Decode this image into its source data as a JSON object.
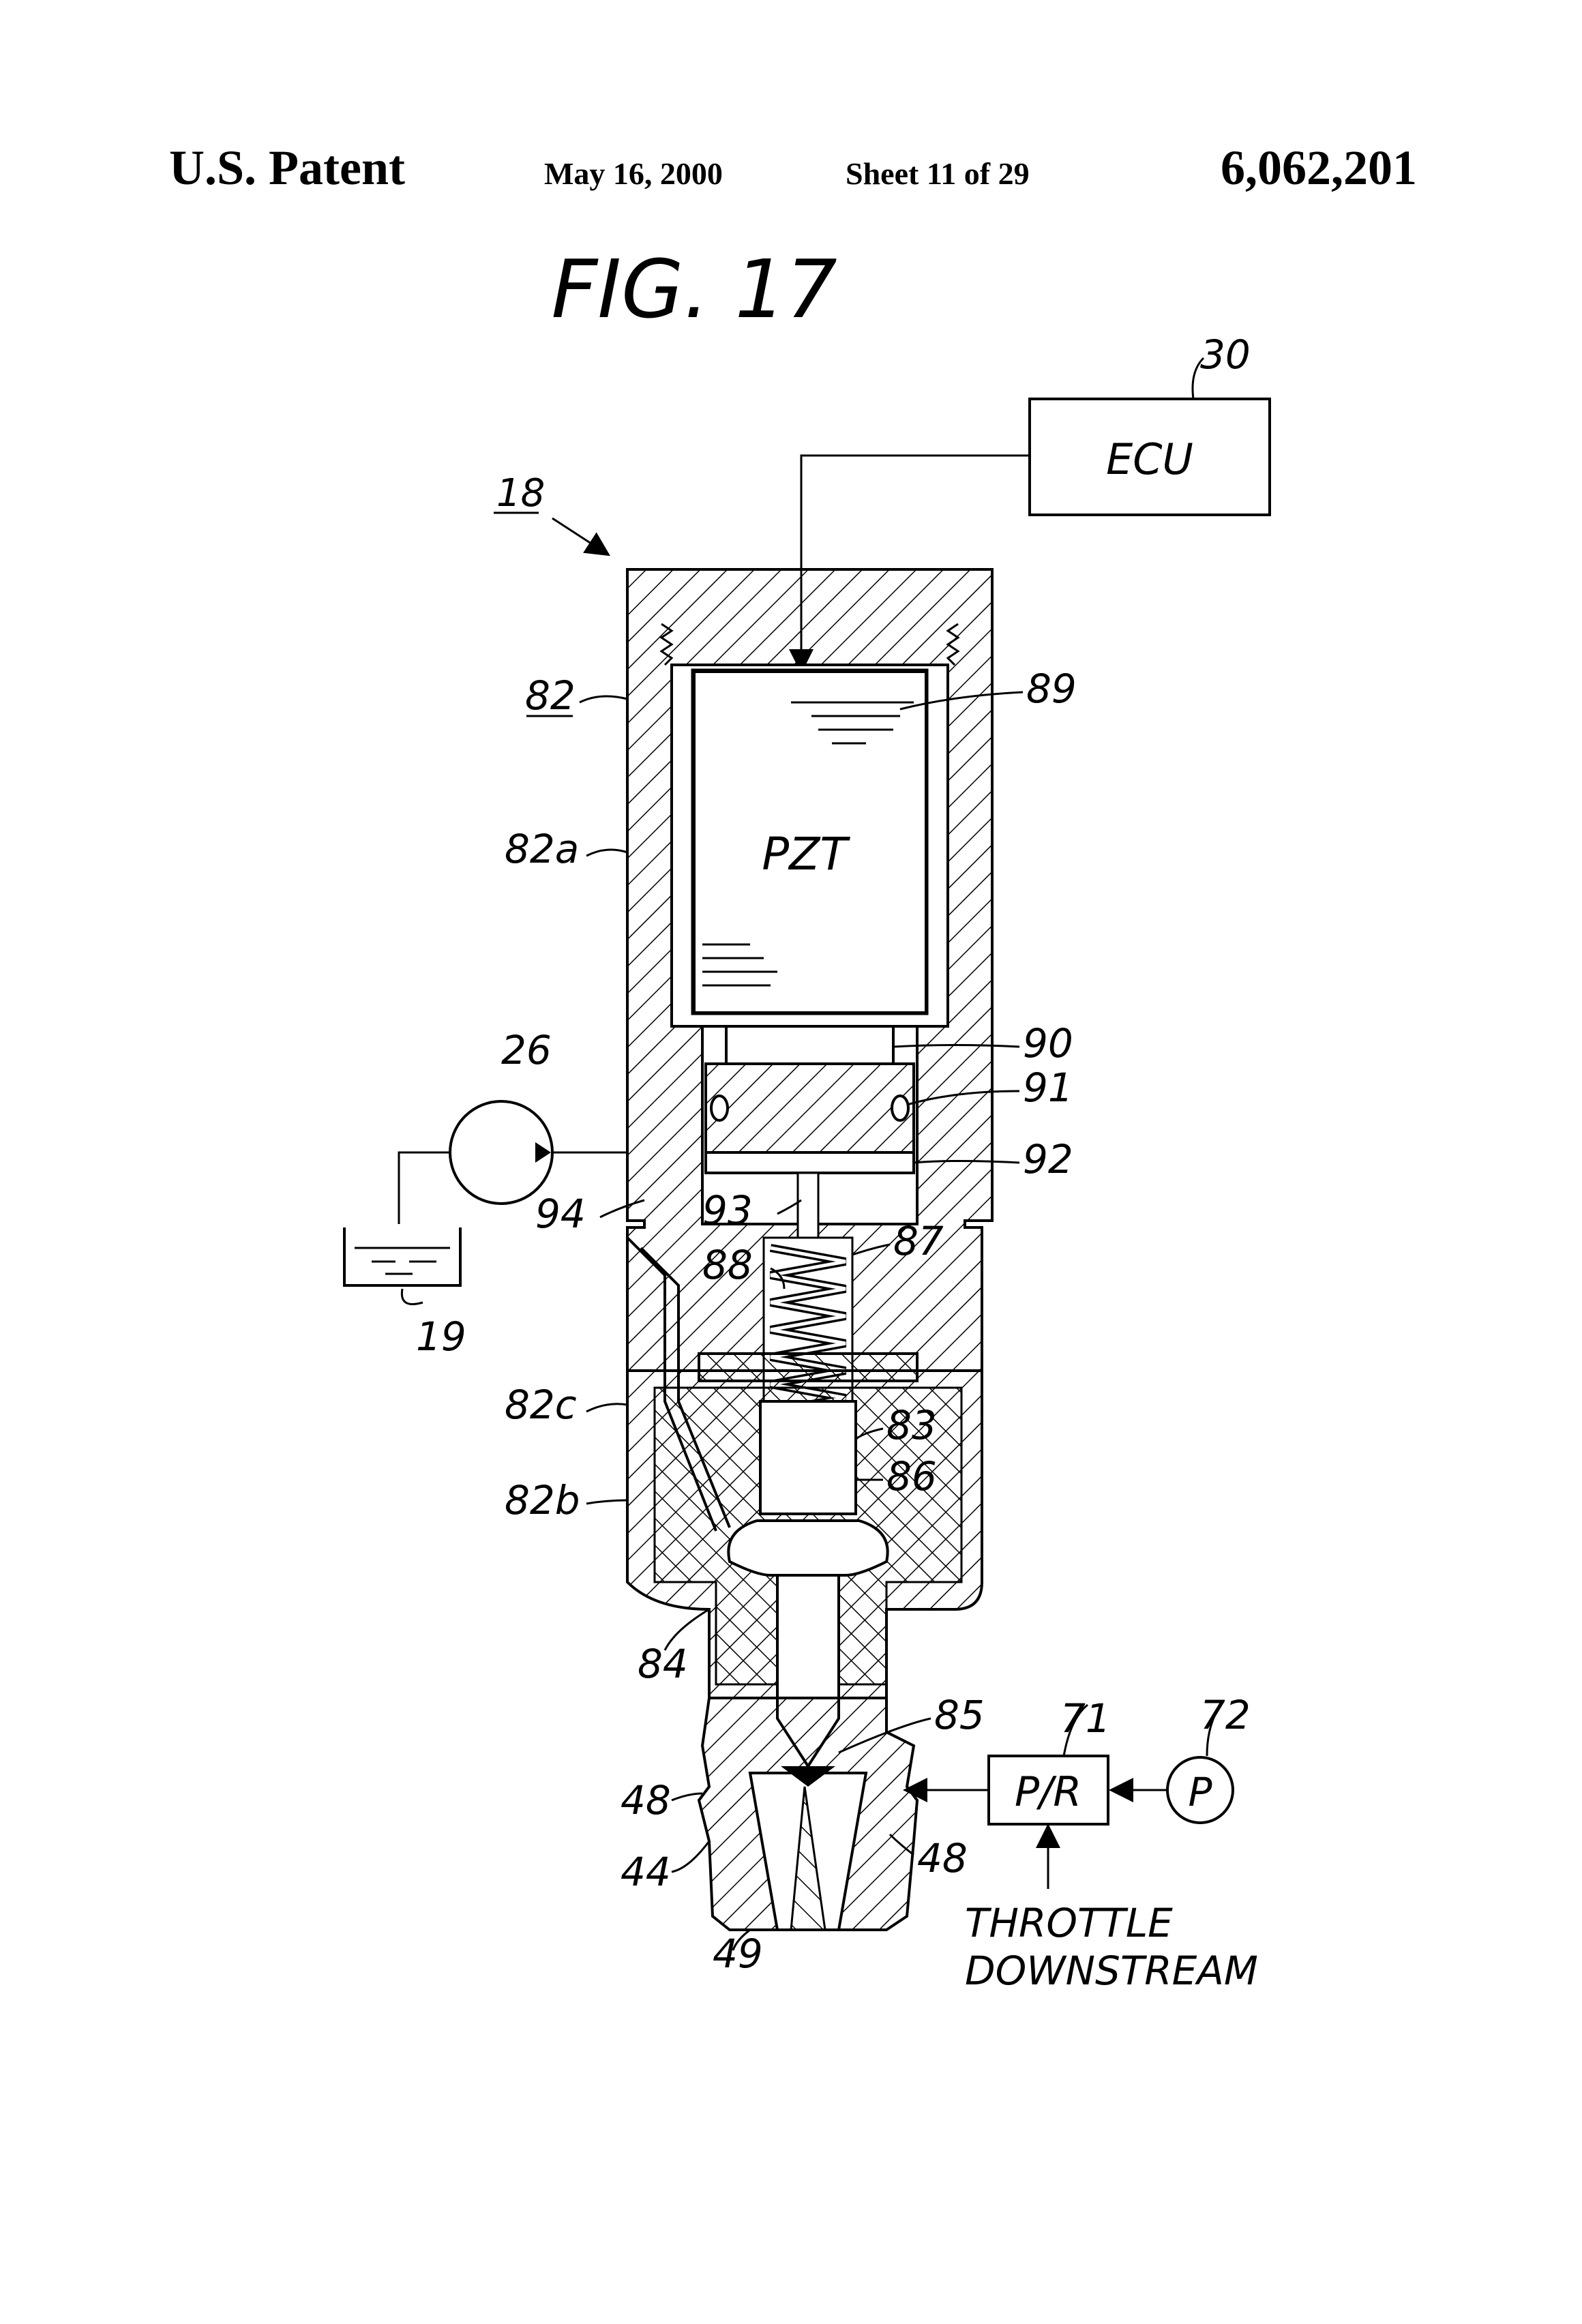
{
  "header": {
    "left": "U.S. Patent",
    "date": "May 16, 2000",
    "sheet": "Sheet 11 of 29",
    "patent_number": "6,062,201"
  },
  "figure": {
    "title": "FIG. 17",
    "labels": {
      "ecu": "ECU",
      "n30": "30",
      "n18": "18",
      "n82": "82",
      "n82a": "82a",
      "n82b": "82b",
      "n82c": "82c",
      "pzt": "PZT",
      "n89": "89",
      "n90": "90",
      "n91": "91",
      "n92": "92",
      "n93": "93",
      "n94": "94",
      "n26": "26",
      "n19": "19",
      "n87": "87",
      "n88": "88",
      "n83": "83",
      "n86": "86",
      "n84": "84",
      "n85": "85",
      "n71": "71",
      "n72": "72",
      "pr": "P/R",
      "p": "P",
      "n48a": "48",
      "n48b": "48",
      "n44": "44",
      "n49": "49",
      "throttle": "THROTTLE",
      "downstream": "DOWNSTREAM"
    }
  }
}
